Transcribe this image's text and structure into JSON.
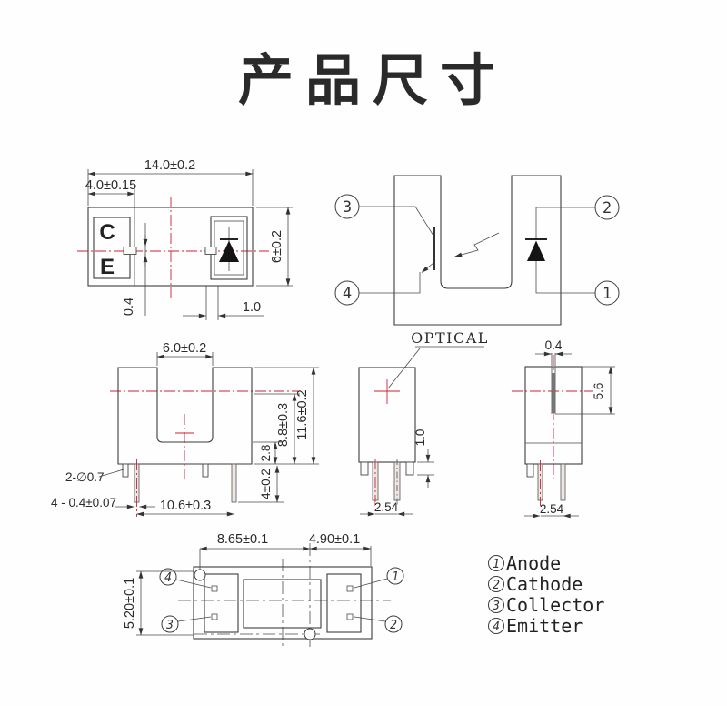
{
  "title": "产品尺寸",
  "colors": {
    "title_red": "#c41414",
    "centerline_red": "#cc2233",
    "line": "#3c3c3c"
  },
  "package_top_view": {
    "width": "14.0±0.2",
    "led_section": "4.0±0.15",
    "height": "6±0.2",
    "slit": "0.4",
    "window": "1.0",
    "collector": "C",
    "emitter": "E"
  },
  "schematic": {
    "pin_top_left": "3",
    "pin_bottom_left": "4",
    "pin_top_right": "2",
    "pin_bottom_right": "1",
    "optical_label": "OPTICAL"
  },
  "front_view": {
    "slot_width": "6.0±0.2",
    "total_height": "11.6±0.2",
    "axis_to_base": "8.8±0.3",
    "base_thickness": "2.8",
    "pin_length": "4±0.2",
    "pin_span": "10.6±0.3",
    "pegs_note": "2-∅0.7",
    "pins_note": "4 - 0.4±0.07"
  },
  "side_view": {
    "peg_length": "1.0",
    "pin_pitch": "2.54"
  },
  "slit_view": {
    "slit_width": "0.4",
    "slit_depth": "5.6",
    "pin_pitch": "2.54"
  },
  "bottom_view": {
    "peg_span": "8.65±0.1",
    "peg_to_edge": "4.90±0.1",
    "peg_vertical": "5.20±0.1",
    "pin_top_left": "4",
    "pin_bottom_left": "3",
    "pin_top_right": "1",
    "pin_bottom_right": "2"
  },
  "legend": {
    "items": [
      {
        "num": "1",
        "label": "Anode"
      },
      {
        "num": "2",
        "label": "Cathode"
      },
      {
        "num": "3",
        "label": "Collector"
      },
      {
        "num": "4",
        "label": "Emitter"
      }
    ]
  }
}
